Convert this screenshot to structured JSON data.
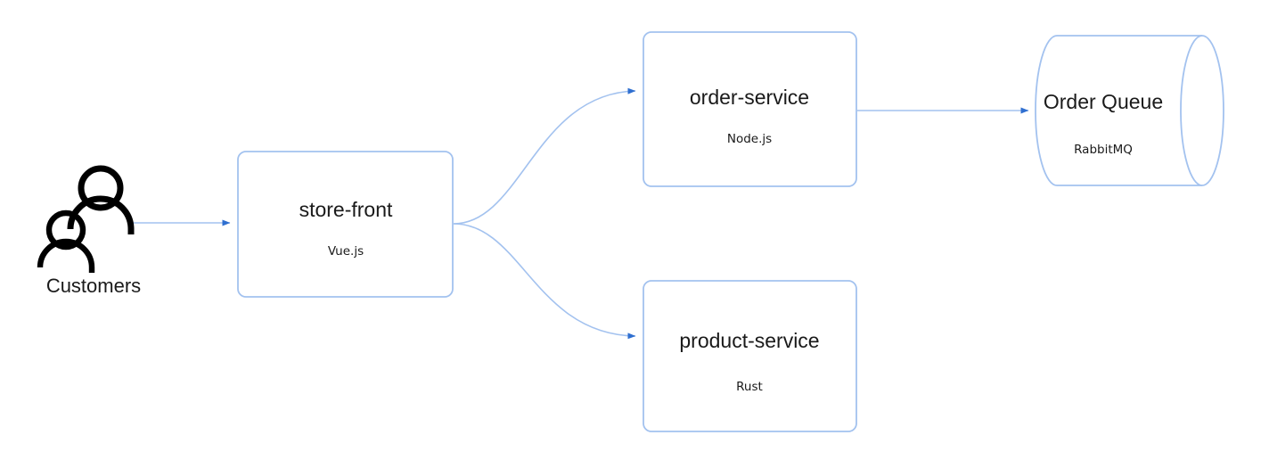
{
  "diagram": {
    "type": "architecture-flow",
    "background_color": "#ffffff",
    "shape_border_color": "#a3c2ef",
    "shape_fill_color": "#ffffff",
    "edge_color": "#a3c2ef",
    "arrowhead_color": "#2f6fd0",
    "actor_color": "#000000",
    "text_color": "#1a1a1a"
  },
  "actor": {
    "name": "customers",
    "label": "Customers",
    "icon": "two-people-icon"
  },
  "nodes": [
    {
      "id": "store-front",
      "title": "store-front",
      "subtitle": "Vue.js",
      "shape": "rounded-rectangle"
    },
    {
      "id": "order-service",
      "title": "order-service",
      "subtitle": "Node.js",
      "shape": "rounded-rectangle"
    },
    {
      "id": "product-service",
      "title": "product-service",
      "subtitle": "Rust",
      "shape": "rounded-rectangle"
    },
    {
      "id": "order-queue",
      "title": "Order Queue",
      "subtitle": "RabbitMQ",
      "shape": "cylinder"
    }
  ],
  "edges": [
    {
      "id": "customers-to-store-front",
      "from": "customers",
      "to": "store-front",
      "style": "straight-arrow"
    },
    {
      "id": "store-front-to-order-service",
      "from": "store-front",
      "to": "order-service",
      "style": "curved-arrow"
    },
    {
      "id": "store-front-to-product-service",
      "from": "store-front",
      "to": "product-service",
      "style": "curved-arrow"
    },
    {
      "id": "order-service-to-order-queue",
      "from": "order-service",
      "to": "order-queue",
      "style": "straight-arrow"
    }
  ]
}
